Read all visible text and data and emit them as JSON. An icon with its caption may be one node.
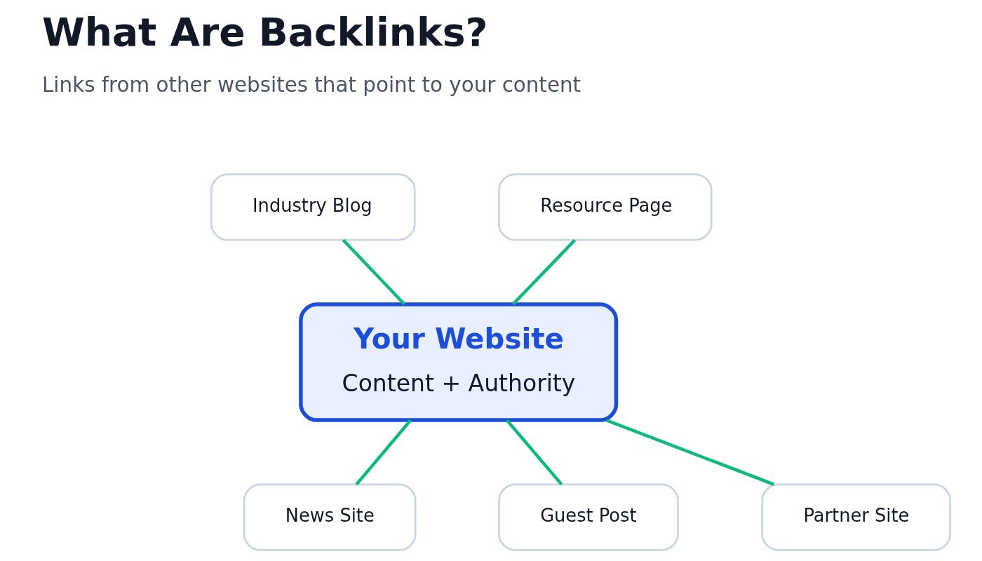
{
  "diagram": {
    "title": "What Are Backlinks?",
    "nodes": [
      {
        "text": [
          "Industry Blog"
        ]
      },
      {
        "text": [
          "Resource Page"
        ]
      },
      {
        "text": [
          "Your Website",
          "Content + Authority"
        ]
      },
      {
        "text": [
          "News Site"
        ]
      },
      {
        "text": [
          "Guest Post"
        ]
      },
      {
        "text": [
          "Partner Site"
        ]
      }
    ],
    "edges": [
      {
        "from": 0,
        "to": 2,
        "arrow": "none"
      },
      {
        "from": 1,
        "to": 2,
        "arrow": "none"
      },
      {
        "from": 3,
        "to": 2,
        "arrow": "none"
      },
      {
        "from": 4,
        "to": 2,
        "arrow": "none"
      },
      {
        "from": 5,
        "to": 2,
        "arrow": "none"
      }
    ],
    "labels": [
      "Links from other websites that point to your content"
    ]
  }
}
